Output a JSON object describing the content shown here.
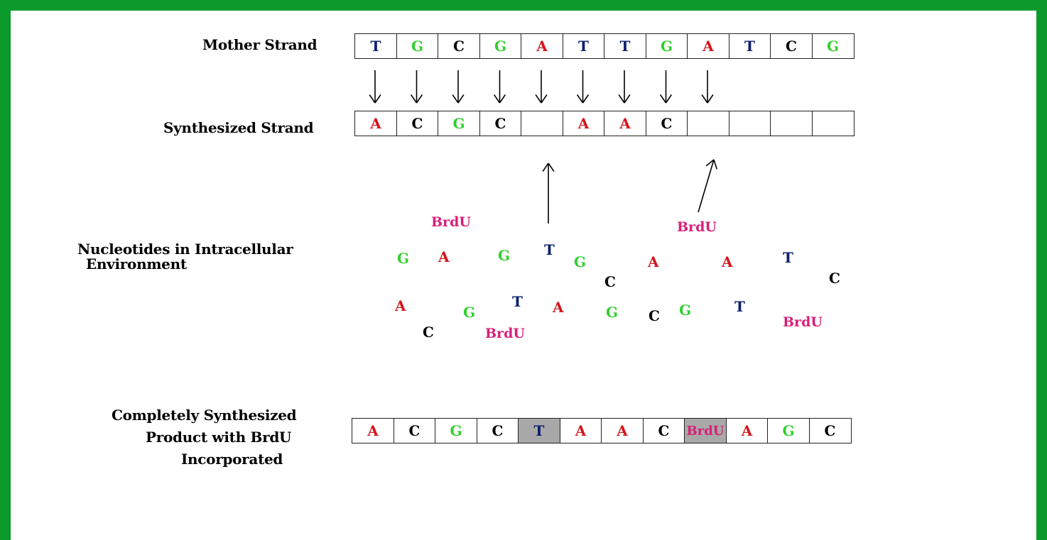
{
  "labels": {
    "mother": "Mother Strand",
    "synth": "Synthesized Strand",
    "env_line1": "Nucleotides in Intracellular",
    "env_line2": "Environment",
    "product_line1": "Completely Synthesized",
    "product_line2": "Product with BrdU",
    "product_line3": "Incorporated"
  },
  "colors": {
    "A": "#d4151b",
    "T": "#0c1f6e",
    "G": "#32d02e",
    "C": "#000000",
    "BrdU": "#d81f78",
    "border": "#0b9a2b"
  },
  "mother_strand": [
    "T",
    "G",
    "C",
    "G",
    "A",
    "T",
    "T",
    "G",
    "A",
    "T",
    "C",
    "G"
  ],
  "synthesized_strand": [
    "A",
    "C",
    "G",
    "C",
    "",
    "A",
    "A",
    "C",
    "",
    "",
    "",
    ""
  ],
  "free_nucleotides": [
    {
      "base": "BrdU"
    },
    {
      "base": "G"
    },
    {
      "base": "A"
    },
    {
      "base": "G"
    },
    {
      "base": "T"
    },
    {
      "base": "G"
    },
    {
      "base": "C"
    },
    {
      "base": "A"
    },
    {
      "base": "BrdU"
    },
    {
      "base": "A"
    },
    {
      "base": "T"
    },
    {
      "base": "C"
    },
    {
      "base": "A"
    },
    {
      "base": "G"
    },
    {
      "base": "T"
    },
    {
      "base": "A"
    },
    {
      "base": "G"
    },
    {
      "base": "C"
    },
    {
      "base": "G"
    },
    {
      "base": "T"
    },
    {
      "base": "C"
    },
    {
      "base": "BrdU"
    },
    {
      "base": "BrdU"
    }
  ],
  "product_strand": [
    {
      "base": "A",
      "highlight": false
    },
    {
      "base": "C",
      "highlight": false
    },
    {
      "base": "G",
      "highlight": false
    },
    {
      "base": "C",
      "highlight": false
    },
    {
      "base": "T",
      "highlight": true
    },
    {
      "base": "A",
      "highlight": false
    },
    {
      "base": "A",
      "highlight": false
    },
    {
      "base": "C",
      "highlight": false
    },
    {
      "base": "BrdU",
      "highlight": true
    },
    {
      "base": "A",
      "highlight": false
    },
    {
      "base": "G",
      "highlight": false
    },
    {
      "base": "C",
      "highlight": false
    }
  ]
}
